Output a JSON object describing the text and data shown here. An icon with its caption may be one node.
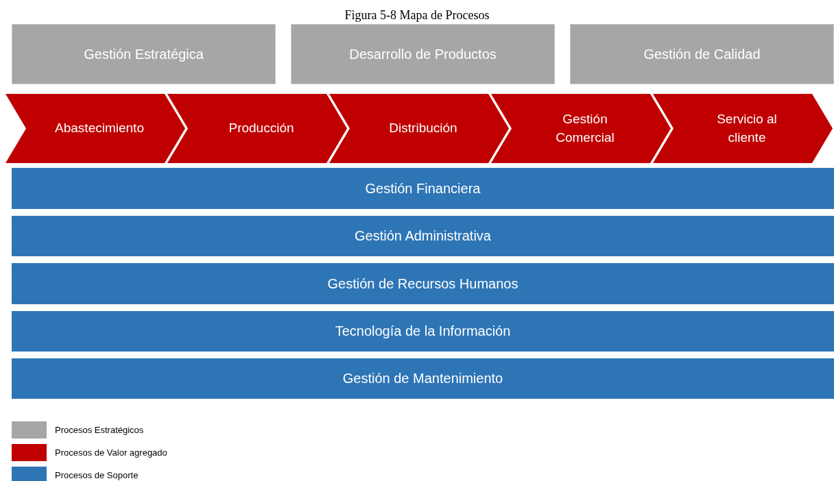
{
  "diagram": {
    "title": "Figura 5-8 Mapa de Procesos",
    "nodes": [
      {
        "text": [
          "Gestión Estratégica"
        ]
      },
      {
        "text": [
          "Desarrollo de Productos"
        ]
      },
      {
        "text": [
          "Gestión de Calidad"
        ]
      },
      {
        "text": [
          "Abastecimiento"
        ]
      },
      {
        "text": [
          "Producción"
        ]
      },
      {
        "text": [
          "Distribución"
        ]
      },
      {
        "text": [
          "Gestión Comercial"
        ]
      },
      {
        "text": [
          "Servicio al cliente"
        ]
      },
      {
        "text": [
          "Gestión Financiera"
        ]
      },
      {
        "text": [
          "Gestión Administrativa"
        ]
      },
      {
        "text": [
          "Gestión de Recursos Humanos"
        ]
      },
      {
        "text": [
          "Tecnología de la Información"
        ]
      },
      {
        "text": [
          "Gestión de Mantenimiento"
        ]
      }
    ],
    "legend": [
      {
        "text": "Procesos Estratégicos",
        "color": "#a6a6a6"
      },
      {
        "text": "Procesos de Valor agregado",
        "color": "#c00000"
      },
      {
        "text": "Procesos de Soporte",
        "color": "#2e75b6"
      }
    ]
  }
}
